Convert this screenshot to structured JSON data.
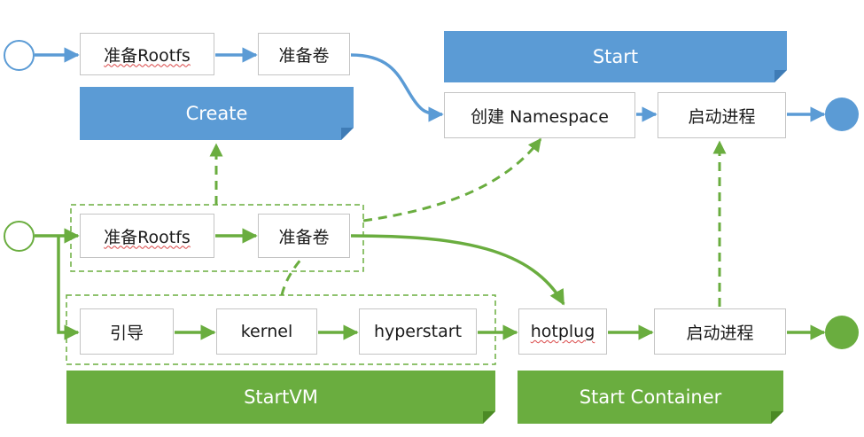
{
  "colors": {
    "blue": "#5b9bd5",
    "green": "#6aad3f",
    "box_border": "#c4c4c4"
  },
  "top_flow": {
    "prepare_rootfs": "准备Rootfs",
    "prepare_volume": "准备卷",
    "create_namespace": "创建 Namespace",
    "start_process": "启动进程"
  },
  "banners": {
    "create": "Create",
    "start": "Start",
    "start_vm": "StartVM",
    "start_container": "Start Container"
  },
  "bottom_flow": {
    "prepare_rootfs": "准备Rootfs",
    "prepare_volume": "准备卷",
    "boot": "引导",
    "kernel": "kernel",
    "hyperstart": "hyperstart",
    "hotplug": "hotplug",
    "start_process": "启动进程"
  }
}
